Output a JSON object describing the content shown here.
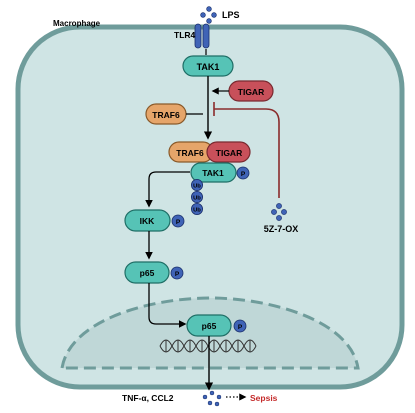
{
  "labels": {
    "cell": "Macrophage",
    "lps": "LPS",
    "tlr4": "TLR4",
    "tak1_top": "TAK1",
    "tigar_top": "TIGAR",
    "traf6": "TRAF6",
    "complex_traf6": "TRAF6",
    "complex_tigar": "TIGAR",
    "tak1_complex": "TAK1",
    "ub": "Ub",
    "p": "P",
    "ikk": "IKK",
    "p65_cyto": "p65",
    "p65_nuc": "p65",
    "inhibitor": "5Z-7-OX",
    "cytokines": "TNF-α, CCL2",
    "outcome": "Sepsis"
  },
  "colors": {
    "teal_fill": "#56c3b6",
    "teal_stroke": "#1f6e66",
    "tigar_fill": "#c8505a",
    "traf6_fill": "#e6a56a",
    "phospho_fill": "#3f63b6",
    "cell_fill": "#cfe4e4",
    "cell_stroke": "#6f9c9b",
    "nucleus_fill": "#bfd7d7",
    "inhibit": "#8a2c2c",
    "sepsis": "#c42a2a"
  }
}
